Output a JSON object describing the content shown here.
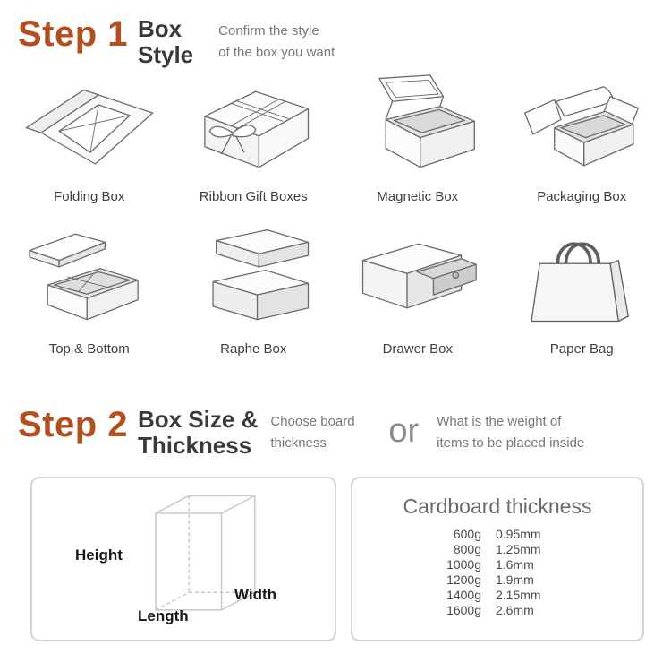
{
  "colors": {
    "accent": "#b24f1e",
    "title": "#3a3a3a",
    "muted": "#787878",
    "panel_border": "#d4d4d4"
  },
  "step1": {
    "label": "Step 1",
    "title_line1": "Box",
    "title_line2": "Style",
    "desc_line1": "Confirm the style",
    "desc_line2": "of the box you want",
    "boxes": [
      {
        "label": "Folding Box",
        "icon": "folding-box-icon"
      },
      {
        "label": "Ribbon Gift Boxes",
        "icon": "ribbon-gift-box-icon"
      },
      {
        "label": "Magnetic Box",
        "icon": "magnetic-box-icon"
      },
      {
        "label": "Packaging Box",
        "icon": "packaging-box-icon"
      },
      {
        "label": "Top & Bottom",
        "icon": "top-bottom-box-icon"
      },
      {
        "label": "Raphe Box",
        "icon": "raphe-box-icon"
      },
      {
        "label": "Drawer Box",
        "icon": "drawer-box-icon"
      },
      {
        "label": "Paper Bag",
        "icon": "paper-bag-icon"
      }
    ]
  },
  "step2": {
    "label": "Step 2",
    "title_line1": "Box Size &",
    "title_line2": "Thickness",
    "desc_a_line1": "Choose board",
    "desc_a_line2": "thickness",
    "or_label": "or",
    "desc_b_line1": "What is the weight of",
    "desc_b_line2": "items to be placed inside",
    "dimensions": {
      "height_label": "Height",
      "width_label": "Width",
      "length_label": "Length"
    },
    "thickness": {
      "title": "Cardboard thickness",
      "rows": [
        {
          "weight": "600g",
          "value": "0.95mm"
        },
        {
          "weight": "800g",
          "value": "1.25mm"
        },
        {
          "weight": "1000g",
          "value": "1.6mm"
        },
        {
          "weight": "1200g",
          "value": "1.9mm"
        },
        {
          "weight": "1400g",
          "value": "2.15mm"
        },
        {
          "weight": "1600g",
          "value": "2.6mm"
        }
      ]
    }
  }
}
